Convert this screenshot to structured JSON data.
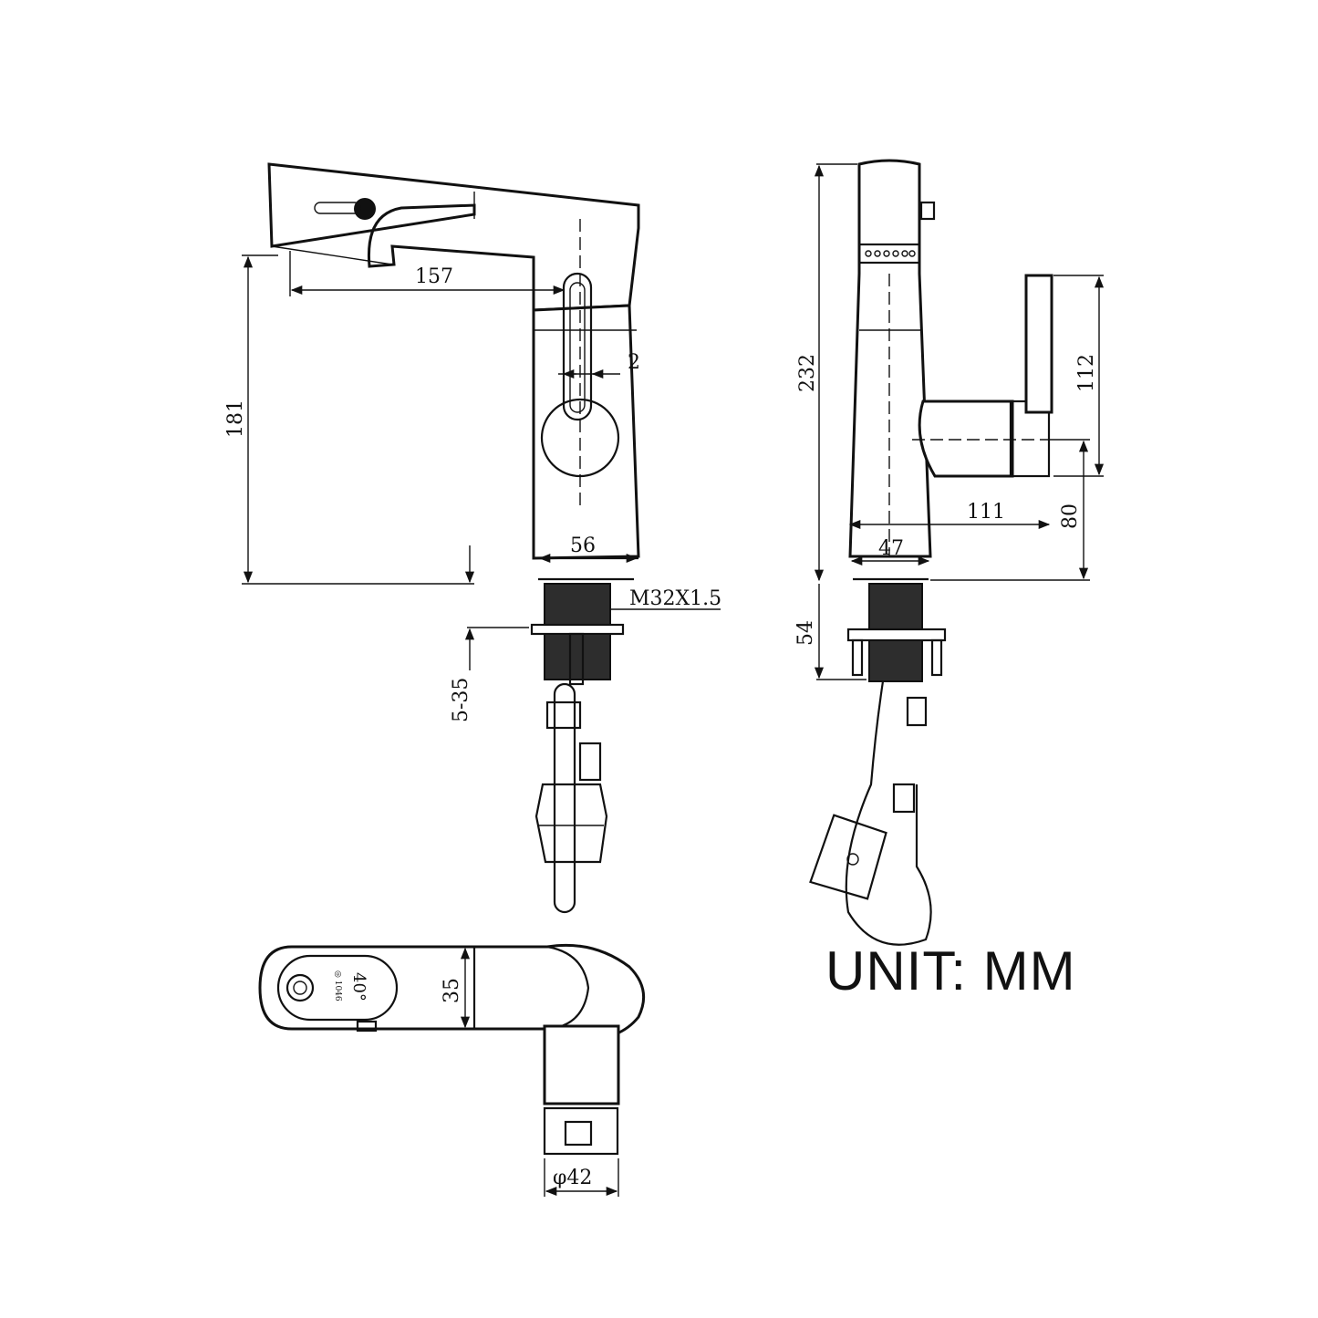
{
  "dimensions": {
    "spout_reach": "157",
    "slot_width": "2",
    "total_height_left": "181",
    "base_width_front": "56",
    "thread": "M32X1.5",
    "deck_thickness": "5-35",
    "total_height_side": "232",
    "handle_height": "112",
    "handle_reach": "111",
    "handle_axis_height": "80",
    "base_width_side": "47",
    "shank_length": "54",
    "top_width": "35",
    "base_diameter": "φ42"
  },
  "display": {
    "temperature": "40°",
    "small_text": "◎ 1046"
  },
  "unit_label": "UNIT: MM"
}
